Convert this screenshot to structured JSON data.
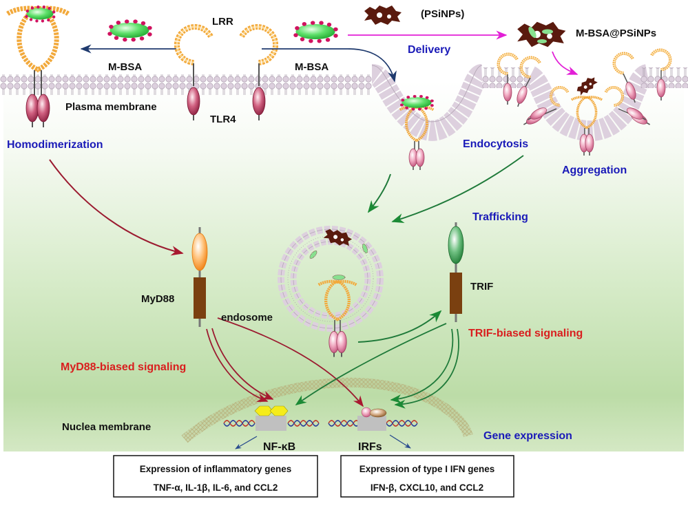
{
  "colors": {
    "blue_label": "#1a1ab8",
    "red_label": "#d91e1e",
    "myd88_arrow": "#9b1b30",
    "trif_arrow": "#1f7a3a",
    "delivery_arrow": "#e21fd6",
    "mbsa_arrow": "#1f3a6e",
    "lrr": "#f2a93b",
    "tlr4_body": "#b8325a",
    "membrane": "#d8cbd8",
    "background_top": "#ffffff",
    "background_bottom": "#b9d9a4"
  },
  "labels": {
    "lrr": "LRR",
    "mbsa_left": "M-BSA",
    "mbsa_right": "M-BSA",
    "psinps": "(PSiNPs)",
    "delivery": "Delivery",
    "mbsa_psinps": "M-BSA@PSiNPs",
    "plasma_membrane": "Plasma membrane",
    "tlr4": "TLR4",
    "homodimerization": "Homodimerization",
    "endocytosis": "Endocytosis",
    "aggregation": "Aggregation",
    "trafficking": "Trafficking",
    "myd88": "MyD88",
    "trif": "TRIF",
    "endosome": "endosome",
    "trif_signaling": "TRIF-biased signaling",
    "myd88_signaling": "MyD88-biased signaling",
    "nuclear_membrane": "Nuclea membrane",
    "gene_expression": "Gene expression",
    "nfkb": "NF-κB",
    "irfs": "IRFs"
  },
  "boxes": {
    "inflammatory": {
      "title": "Expression of inflammatory genes",
      "genes": "TNF-α, IL-1β, IL-6, and CCL2"
    },
    "ifn": {
      "title": "Expression of type I IFN genes",
      "genes": "IFN-β, CXCL10, and CCL2"
    }
  }
}
